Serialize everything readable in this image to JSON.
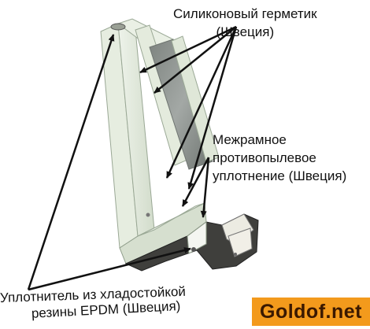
{
  "labels": {
    "sealant_line1": "Силиконовый герметик",
    "sealant_line2": "(Швеция)",
    "frame_line1": "Межрамное",
    "frame_line2": "противопылевое",
    "frame_line3": "уплотнение (Швеция)",
    "epdm_line1": "Уплотнитель из хладостойкой",
    "epdm_line2": "резины EPDM (Швеция)"
  },
  "watermark": {
    "text": "Goldof.net"
  },
  "colors": {
    "frame_green": "#dfe8d8",
    "frame_shadow": "#b9c7b2",
    "glass": "#8a8f8c",
    "logo_bg": "#f39a1c",
    "arrow": "#111111"
  }
}
